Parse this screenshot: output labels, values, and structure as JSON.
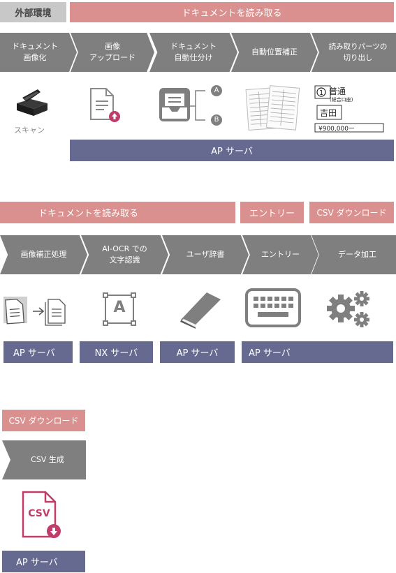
{
  "section1": {
    "external_label": "外部環境",
    "header": "ドキュメントを読み取る",
    "steps": [
      "ドキュメント\n画像化",
      "画像\nアップロード",
      "ドキュメント\n自動仕分け",
      "自動位置補正",
      "読み取りパーツの\n切り出し"
    ],
    "scan_label": "スキャン",
    "sort_labels": [
      "A",
      "B"
    ],
    "crop_texts": [
      "普通",
      "(総合口座)",
      "吉田",
      "¥900,000ー"
    ],
    "server": "AP サーバ"
  },
  "section2": {
    "header_read": "ドキュメントを読み取る",
    "header_entry": "エントリー",
    "header_csv": "CSV ダウンロード",
    "steps": [
      "画像補正処理",
      "AI-OCR での\n文字認識",
      "ユーザ辞書",
      "エントリー",
      "データ加工"
    ],
    "ocr_icon_letter": "A",
    "servers": [
      "AP サーバ",
      "NX サーバ",
      "AP サーバ",
      "AP サーバ"
    ]
  },
  "section3": {
    "header": "CSV ダウンロード",
    "step": "CSV 生成",
    "csv_icon_text": "CSV",
    "server": "AP サーバ"
  },
  "colors": {
    "gray_header": "#c8c8c8",
    "pink": "#d9908f",
    "chevron_gray": "#7f7f7f",
    "server_navy": "#666a90",
    "csv_magenta": "#c23c6b"
  }
}
